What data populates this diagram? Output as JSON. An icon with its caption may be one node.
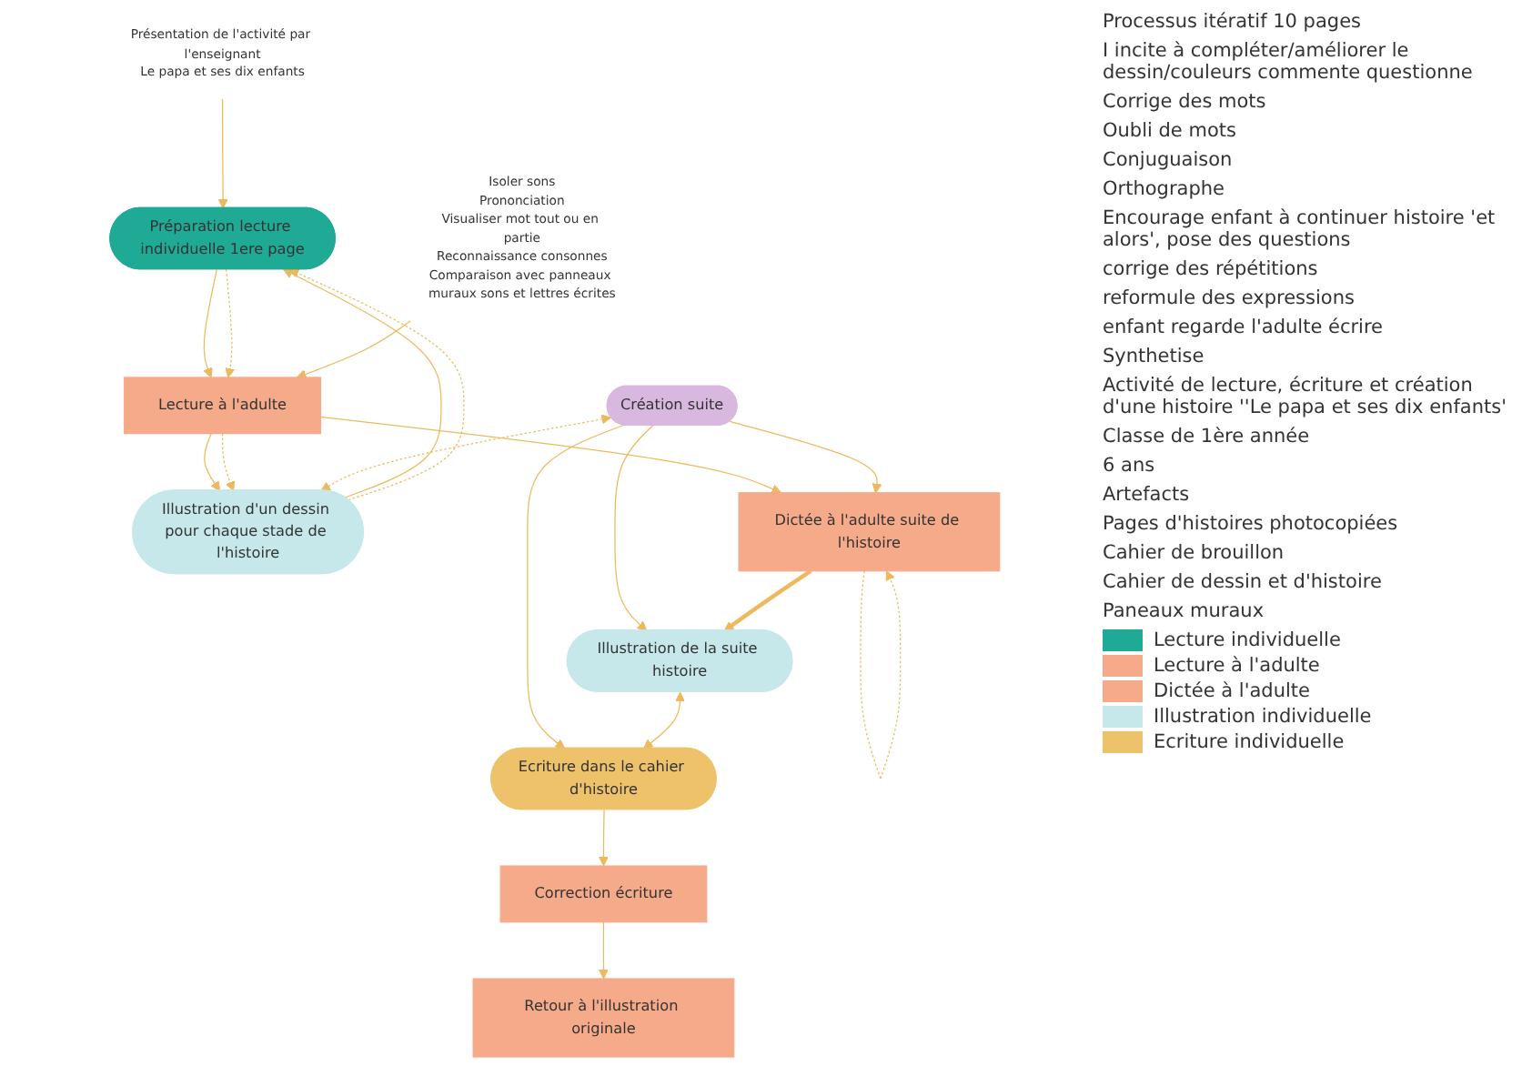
{
  "diagram": {
    "nodes": [
      {
        "text": [
          "Préparation lecture individuelle 1ere page"
        ]
      },
      {
        "text": [
          "Lecture à l'adulte"
        ]
      },
      {
        "text": [
          "Illustration d'un dessin pour chaque stade de l'histoire"
        ]
      },
      {
        "text": [
          "Création suite"
        ]
      },
      {
        "text": [
          "Dictée à l'adulte suite de l'histoire"
        ]
      },
      {
        "text": [
          "Illustration de la suite histoire"
        ]
      },
      {
        "text": [
          "Ecriture dans le cahier d'histoire"
        ]
      },
      {
        "text": [
          "Correction écriture"
        ]
      },
      {
        "text": [
          "Retour à l'illustration originale"
        ]
      },
      {
        "text": [
          "Présentation de l'activité par l'enseignant",
          "Le papa et ses dix enfants"
        ]
      },
      {
        "text": [
          "Isoler sons",
          "Prononciation",
          "Visualiser mot tout ou en partie",
          "Reconnaissance consonnes",
          "Comparaison avec panneaux muraux sons et lettres écrites"
        ]
      }
    ],
    "edges": [
      {
        "from": 9,
        "to": 0,
        "arrow": "to"
      },
      {
        "from": 0,
        "to": 1,
        "arrow": "to"
      },
      {
        "from": 0,
        "to": 1,
        "arrow": "to",
        "style": "dashed"
      },
      {
        "from": 1,
        "to": 2,
        "arrow": "to"
      },
      {
        "from": 1,
        "to": 2,
        "arrow": "to",
        "style": "dashed"
      },
      {
        "from": 2,
        "to": 0,
        "arrow": "to"
      },
      {
        "from": 2,
        "to": 0,
        "arrow": "to",
        "style": "dashed"
      },
      {
        "from": 1,
        "to": 4,
        "arrow": "to"
      },
      {
        "from": 10,
        "to": 1,
        "arrow": "to"
      },
      {
        "from": 3,
        "to": 2,
        "arrow": "both",
        "style": "dashed"
      },
      {
        "from": 3,
        "to": 4,
        "arrow": "to"
      },
      {
        "from": 3,
        "to": 6,
        "arrow": "to"
      },
      {
        "from": 3,
        "to": 5,
        "arrow": "to"
      },
      {
        "from": 4,
        "to": 5,
        "arrow": "to",
        "style": "thick"
      },
      {
        "from": 4,
        "to": 4,
        "arrow": "to",
        "style": "dashed"
      },
      {
        "from": 5,
        "to": 6,
        "arrow": "both"
      },
      {
        "from": 6,
        "to": 7,
        "arrow": "to"
      },
      {
        "from": 7,
        "to": 8,
        "arrow": "to"
      }
    ],
    "labels": [
      "Processus itératif 10 pages",
      "I incite à compléter/améliorer le dessin/couleurs commente questionne",
      "Corrige des mots",
      "Oubli de mots",
      "Conjuguaison",
      "Orthographe",
      "Encourage enfant à continuer histoire 'et alors', pose des questions",
      "corrige des répétitions",
      "reformule des expressions",
      "enfant regarde l'adulte écrire",
      "Synthetise",
      "Activité de lecture, écriture et création d'une histoire ''Le papa et ses dix enfants'",
      "Classe de 1ère année",
      "6 ans",
      "Artefacts",
      "Pages d'histoires photocopiées",
      "Cahier de brouillon",
      "Cahier de dessin et d'histoire",
      "Paneaux muraux"
    ],
    "legend": [
      {
        "text": "Lecture individuelle",
        "color": "#1faa96"
      },
      {
        "text": "Lecture à l'adulte",
        "color": "#f5aa8a"
      },
      {
        "text": "Dictée à l'adulte",
        "color": "#f5aa8a"
      },
      {
        "text": "Illustration individuelle",
        "color": "#c6e8ea"
      },
      {
        "text": "Ecriture individuelle",
        "color": "#eec26a"
      }
    ]
  }
}
